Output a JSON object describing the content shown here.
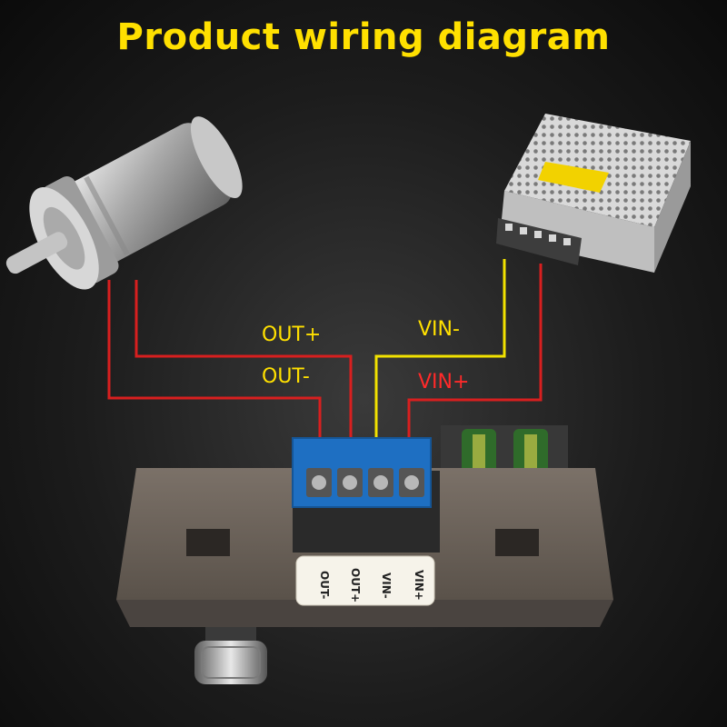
{
  "title": "Product wiring diagram",
  "wires": {
    "out_plus": "OUT+",
    "out_minus": "OUT-",
    "vin_minus": "VIN-",
    "vin_plus": "VIN+"
  },
  "terminals": [
    "OUT-",
    "OUT+",
    "VIN-",
    "VIN+"
  ],
  "colors": {
    "title": "#ffe000",
    "wire_red": "#d81f1f",
    "wire_yellow": "#f2e200",
    "board": "#6f655c"
  },
  "icons": [
    "dc-gear-motor",
    "switching-power-supply",
    "controller-module",
    "rotary-knob"
  ]
}
